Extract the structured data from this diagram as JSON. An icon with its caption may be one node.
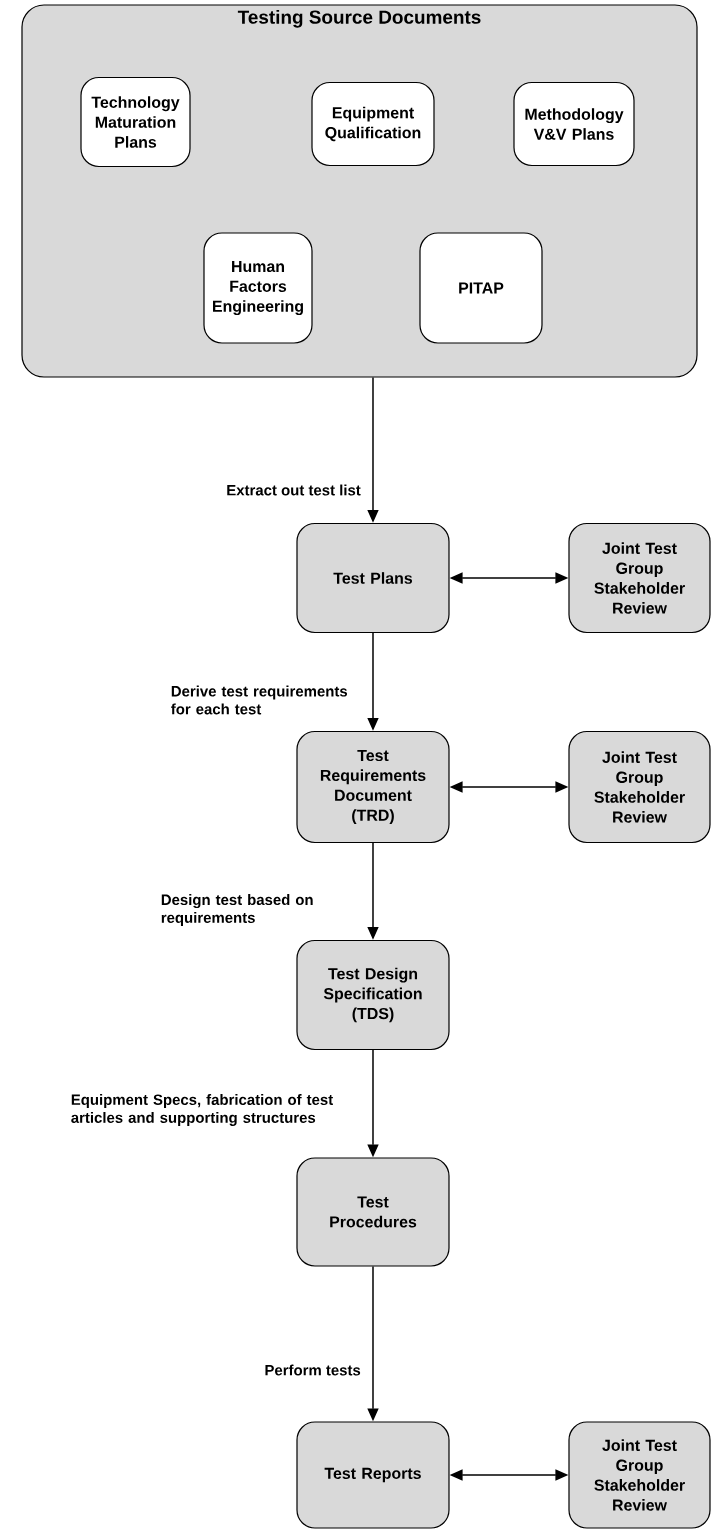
{
  "diagram": {
    "nodes": [
      {
        "text": [
          "Testing Source Documents"
        ]
      },
      {
        "text": [
          "Technology Maturation Plans"
        ],
        "in": 0
      },
      {
        "text": [
          "Equipment Qualification"
        ],
        "in": 0
      },
      {
        "text": [
          "Methodology V&V Plans"
        ],
        "in": 0
      },
      {
        "text": [
          "Human Factors Engineering"
        ],
        "in": 0
      },
      {
        "text": [
          "PITAP"
        ],
        "in": 0
      },
      {
        "text": [
          "Test Plans"
        ]
      },
      {
        "text": [
          "Joint Test Group Stakeholder Review"
        ]
      },
      {
        "text": [
          "Test Requirements Document (TRD)"
        ]
      },
      {
        "text": [
          "Joint Test Group Stakeholder Review"
        ]
      },
      {
        "text": [
          "Test Design Specification (TDS)"
        ]
      },
      {
        "text": [
          "Test Procedures"
        ]
      },
      {
        "text": [
          "Test Reports"
        ]
      },
      {
        "text": [
          "Joint Test Group Stakeholder Review"
        ]
      }
    ],
    "edges": [
      {
        "from": 0,
        "to": 6,
        "arrow": "to",
        "label": "Extract out test list"
      },
      {
        "from": 6,
        "to": 7,
        "arrow": "both"
      },
      {
        "from": 6,
        "to": 8,
        "arrow": "to",
        "label": "Derive test requirements for each test"
      },
      {
        "from": 8,
        "to": 9,
        "arrow": "both"
      },
      {
        "from": 8,
        "to": 10,
        "arrow": "to",
        "label": "Design test based on requirements"
      },
      {
        "from": 10,
        "to": 11,
        "arrow": "to",
        "label": "Equipment Specs, fabrication of test articles and supporting structures"
      },
      {
        "from": 11,
        "to": 12,
        "arrow": "to",
        "label": "Perform tests"
      },
      {
        "from": 12,
        "to": 13,
        "arrow": "both"
      }
    ]
  }
}
